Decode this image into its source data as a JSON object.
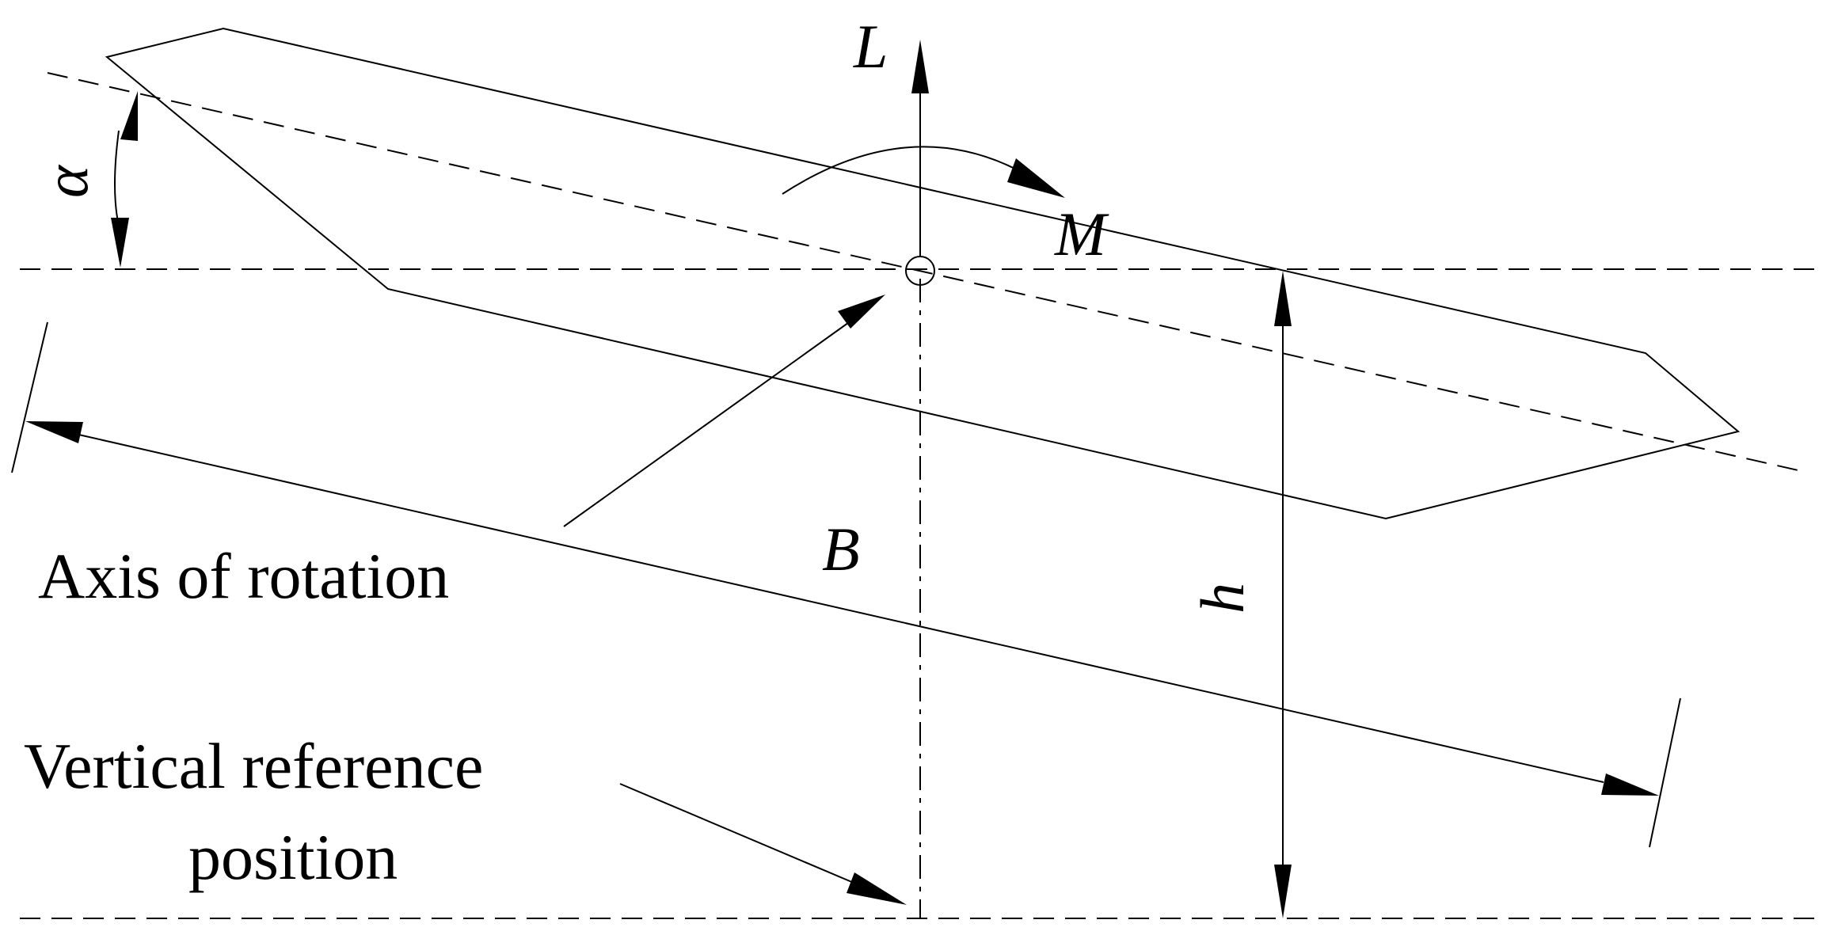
{
  "symbols": {
    "lift": "L",
    "moment": "M",
    "angle": "α",
    "span": "B",
    "height": "h"
  },
  "labels": {
    "axis": "Axis of rotation",
    "reference_line1": "Vertical reference",
    "reference_line2": "position"
  },
  "colors": {
    "ink": "#000000",
    "background": "#ffffff"
  }
}
